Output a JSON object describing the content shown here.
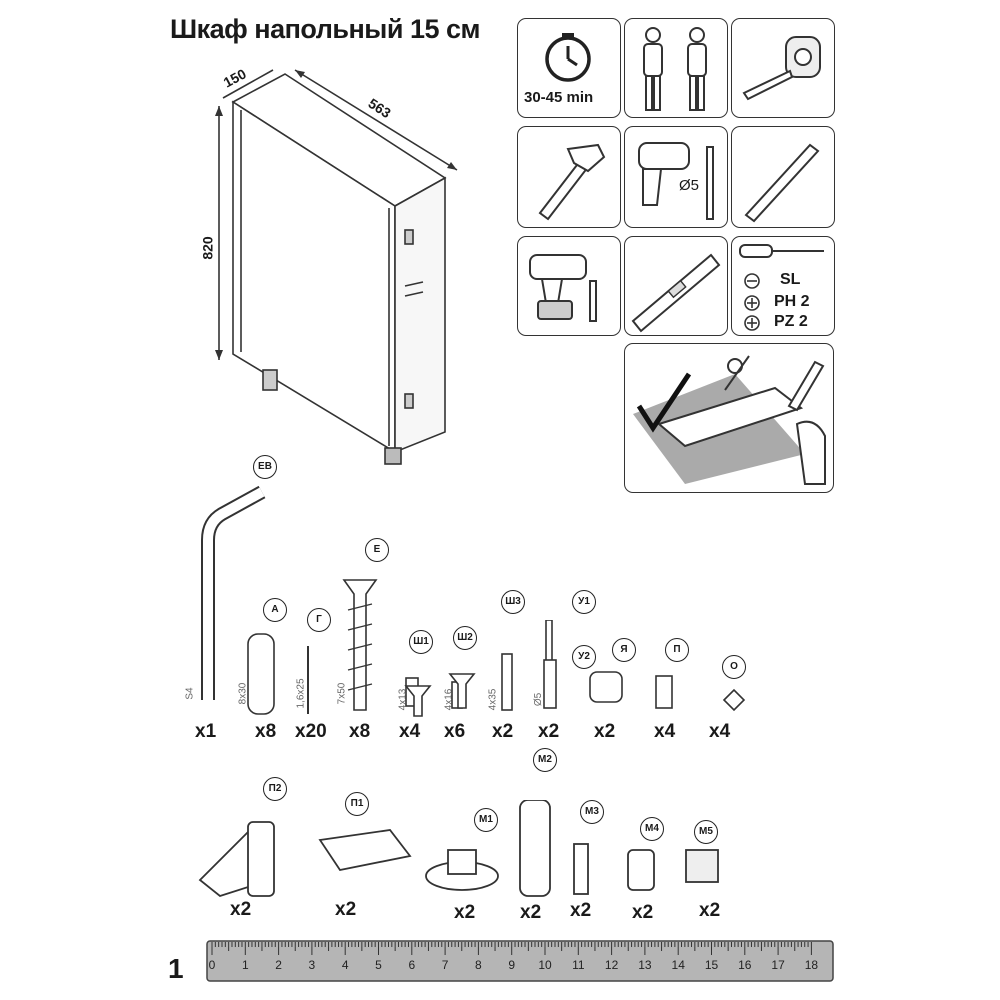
{
  "title": "Шкаф напольный 15 см",
  "dimensions": {
    "depth": "150",
    "width": "563",
    "height": "820"
  },
  "tools": {
    "time": "30-45 min",
    "drill_bit": "Ø5",
    "screwdrivers": [
      "SL",
      "PH 2",
      "PZ 2"
    ]
  },
  "parts": [
    {
      "code": "EB",
      "size": "S4",
      "qty": "x1"
    },
    {
      "code": "A",
      "size": "8x30",
      "qty": "x8"
    },
    {
      "code": "Г",
      "size": "1,6x25",
      "qty": "x20"
    },
    {
      "code": "E",
      "size": "7x50",
      "qty": "x8"
    },
    {
      "code": "Ш1",
      "size": "4x13",
      "qty": "x4"
    },
    {
      "code": "Ш2",
      "size": "4x16",
      "qty": "x6"
    },
    {
      "code": "Ш3",
      "size": "4x35",
      "qty": "x2"
    },
    {
      "code": "У1",
      "size": "",
      "qty": ""
    },
    {
      "code": "У2",
      "size": "Ø5",
      "qty": "x2"
    },
    {
      "code": "Я",
      "size": "",
      "qty": "x2"
    },
    {
      "code": "П",
      "size": "",
      "qty": "x4"
    },
    {
      "code": "О",
      "size": "",
      "qty": "x4"
    }
  ],
  "hardware": [
    {
      "code": "П2",
      "qty": "x2"
    },
    {
      "code": "П1",
      "qty": "x2"
    },
    {
      "code": "М1",
      "qty": "x2"
    },
    {
      "code": "М2",
      "qty": "x2"
    },
    {
      "code": "М3",
      "qty": "x2"
    },
    {
      "code": "М4",
      "qty": "x2"
    },
    {
      "code": "М5",
      "qty": "x2"
    }
  ],
  "step_number": "1",
  "ruler": {
    "ticks": [
      "0",
      "1",
      "2",
      "3",
      "4",
      "5",
      "6",
      "7",
      "8",
      "9",
      "10",
      "11",
      "12",
      "13",
      "14",
      "15",
      "16",
      "17",
      "18"
    ]
  }
}
